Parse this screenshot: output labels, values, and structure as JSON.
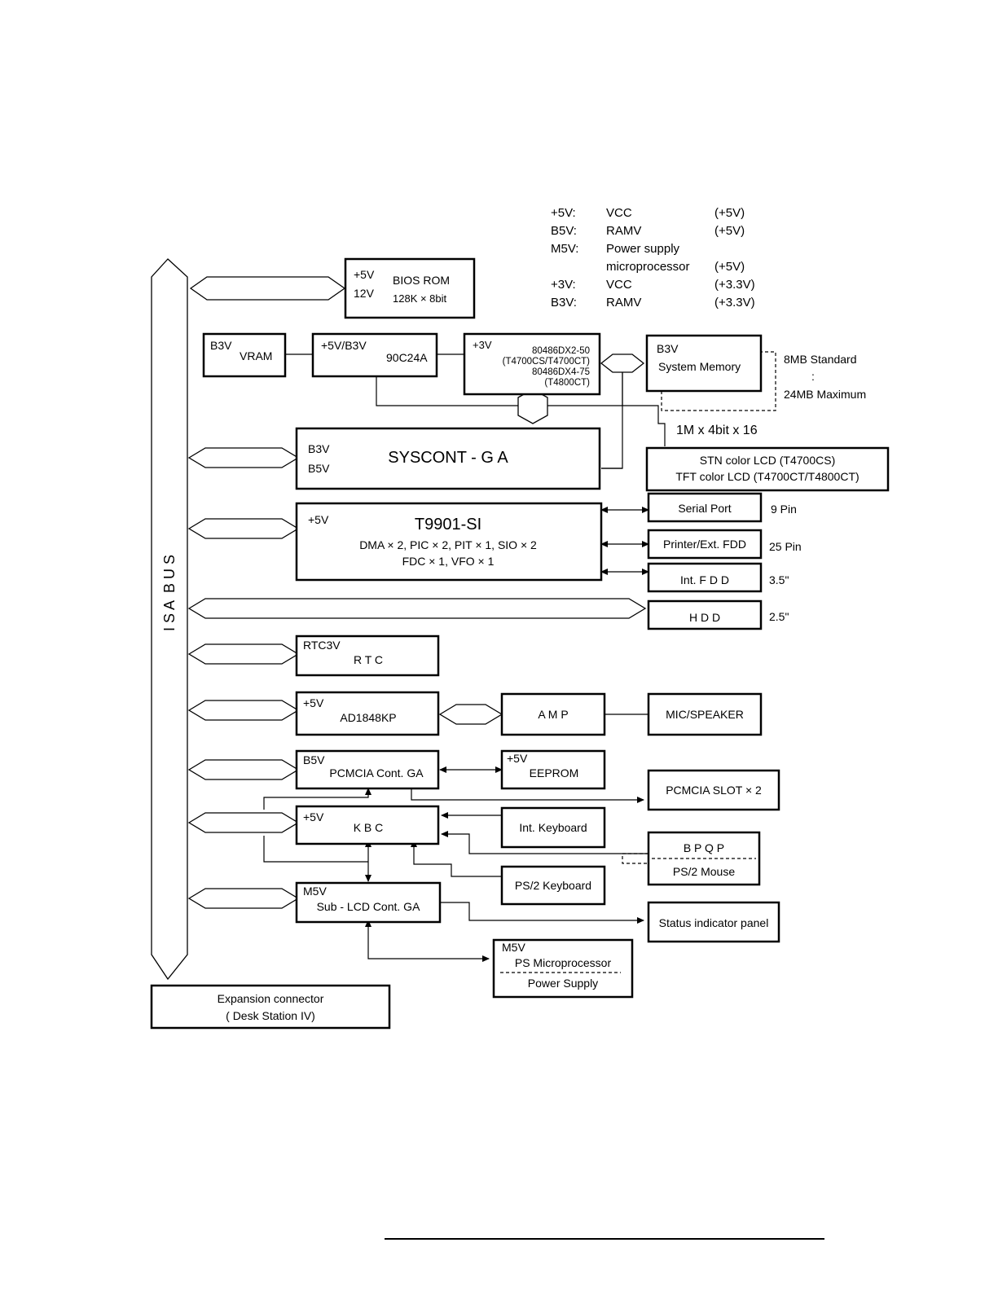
{
  "legend": [
    {
      "key": "+5V:",
      "desc": "VCC",
      "val": "(+5V)"
    },
    {
      "key": "B5V:",
      "desc": "RAMV",
      "val": "(+5V)"
    },
    {
      "key": "M5V:",
      "desc": "Power supply",
      "val": ""
    },
    {
      "key": "",
      "desc": "microprocessor",
      "val": "(+5V)"
    },
    {
      "key": "+3V:",
      "desc": "VCC",
      "val": "(+3.3V)"
    },
    {
      "key": "B3V:",
      "desc": "RAMV",
      "val": "(+3.3V)"
    }
  ],
  "isa_bus": {
    "label": "I S A  B U S"
  },
  "expansion": {
    "line1": "Expansion connector",
    "line2": "( Desk Station IV)"
  },
  "bios": {
    "v1": "+5V",
    "v2": "12V",
    "name": "BIOS ROM",
    "sub": "128K × 8bit"
  },
  "vram": {
    "v": "B3V",
    "name": "VRAM"
  },
  "c90c24a": {
    "v": "+5V/B3V",
    "name": "90C24A"
  },
  "cpu": {
    "v": "+3V",
    "l1": "80486DX2-50",
    "l2": "(T4700CS/T4700CT)",
    "l3": "80486DX4-75",
    "l4": "(T4800CT)"
  },
  "sysmem": {
    "v": "B3V",
    "name": "System Memory",
    "std": "8MB Standard",
    "colon": ":",
    "max": "24MB Maximum"
  },
  "mem_chip": "1M x 4bit x 16",
  "syscont": {
    "v1": "B3V",
    "v2": "B5V",
    "name": "SYSCONT - G A"
  },
  "lcd": {
    "l1": "STN color LCD (T4700CS)",
    "l2": "TFT color LCD (T4700CT/T4800CT)"
  },
  "t9901": {
    "v": "+5V",
    "name": "T9901-SI",
    "l1": "DMA × 2, PIC × 2, PIT × 1, SIO × 2",
    "l2": "FDC × 1, VFO × 1"
  },
  "serial": {
    "name": "Serial Port",
    "note": "9 Pin"
  },
  "printer": {
    "name": "Printer/Ext. FDD",
    "note": "25 Pin"
  },
  "intfdd": {
    "name": "Int. F D D",
    "note": "3.5\""
  },
  "hdd": {
    "name": "H D D",
    "note": "2.5\""
  },
  "rtc": {
    "v": "RTC3V",
    "name": "R T C"
  },
  "ad1848": {
    "v": "+5V",
    "name": "AD1848KP"
  },
  "amp": {
    "name": "A M P"
  },
  "mic": {
    "name": "MIC/SPEAKER"
  },
  "pcmcia": {
    "v": "B5V",
    "name": "PCMCIA Cont. GA"
  },
  "eeprom": {
    "v": "+5V",
    "name": "EEPROM"
  },
  "pcmcia_slot": {
    "name": "PCMCIA SLOT × 2"
  },
  "kbc": {
    "v": "+5V",
    "name": "K B C"
  },
  "intkb": {
    "name": "Int. Keyboard"
  },
  "bpqp": {
    "name": "B P Q P",
    "sub": "PS/2 Mouse"
  },
  "ps2kb": {
    "name": "PS/2 Keyboard"
  },
  "sublcd": {
    "v": "M5V",
    "name": "Sub - LCD Cont. GA"
  },
  "status_panel": {
    "name": "Status indicator panel"
  },
  "psmicro": {
    "v": "M5V",
    "name": "PS Microprocessor",
    "sub": "Power Supply"
  }
}
